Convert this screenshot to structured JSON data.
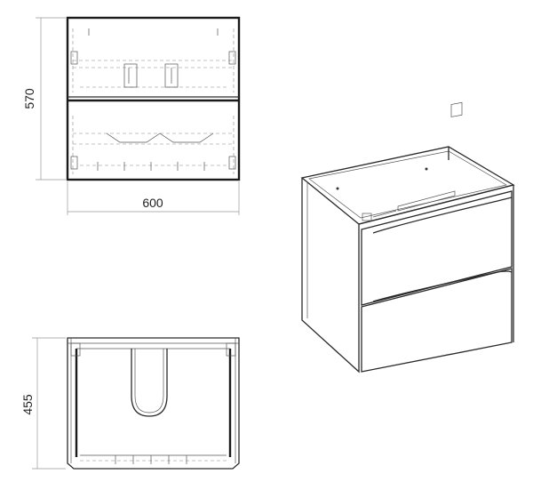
{
  "front_view": {
    "height_label": "570",
    "width_label": "600"
  },
  "top_view": {
    "depth_label": "455"
  }
}
